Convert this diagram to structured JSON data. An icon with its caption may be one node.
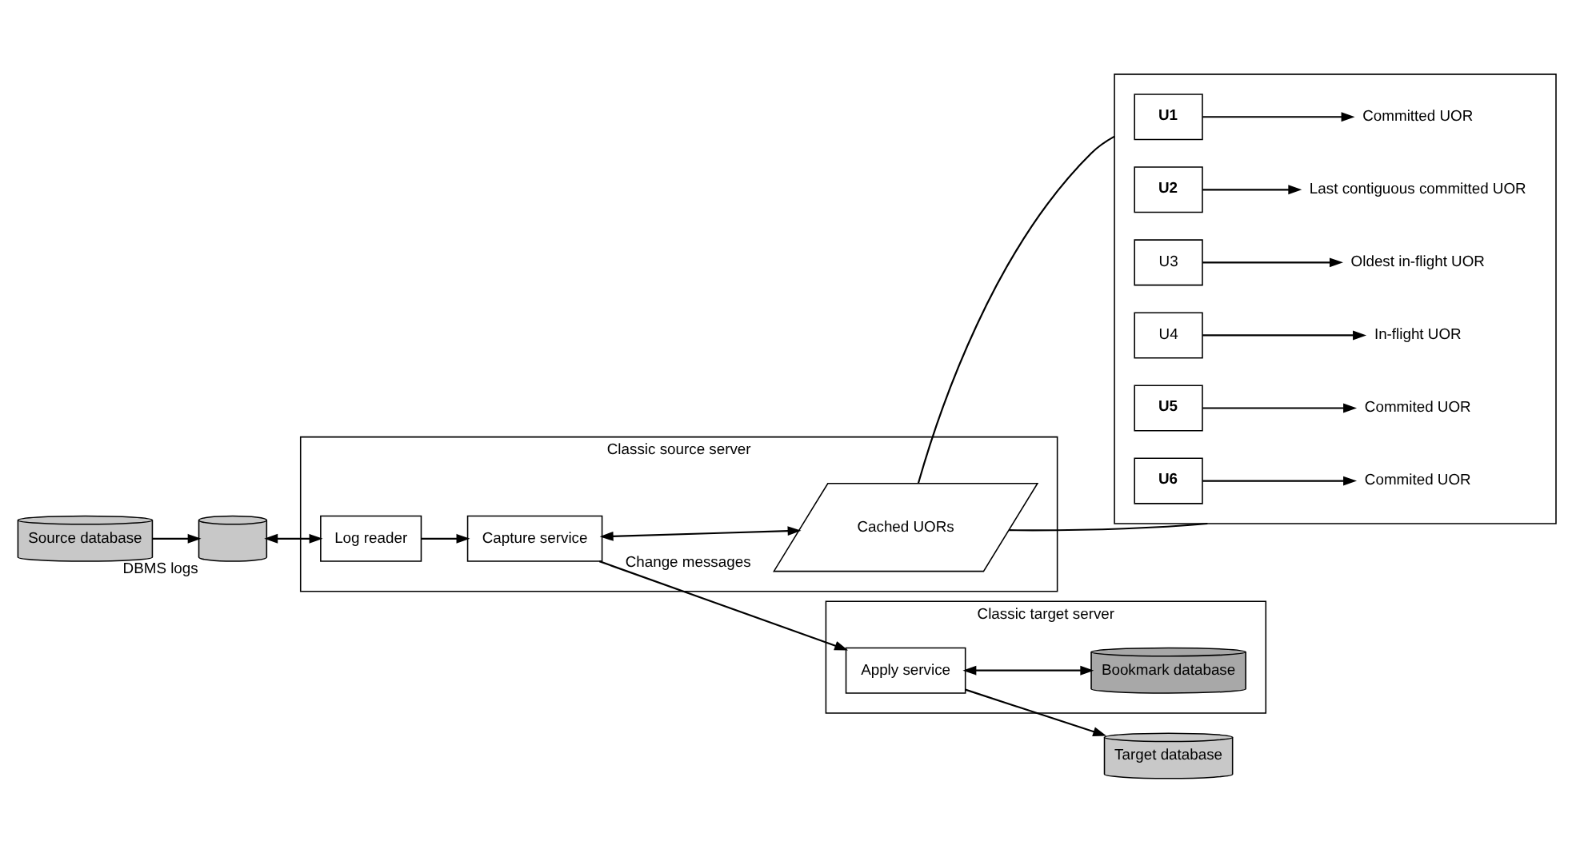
{
  "diagram": {
    "nodes": [
      {
        "text": [
          "Source database"
        ]
      },
      {
        "text": [],
        "shape": "cylinder",
        "beside": [
          "DBMS logs"
        ]
      },
      {
        "text": [
          "Classic source server"
        ]
      },
      {
        "text": [
          "Log reader"
        ],
        "in": 2
      },
      {
        "text": [
          "Capture service"
        ],
        "in": 2
      },
      {
        "text": [
          "Cached UORs"
        ],
        "in": 2
      },
      {
        "text": [
          "Classic target server"
        ]
      },
      {
        "text": [
          "Apply service"
        ],
        "in": 6
      },
      {
        "text": [
          "Bookmark database"
        ],
        "in": 6
      },
      {
        "text": [
          "Target database"
        ]
      },
      {
        "text": [],
        "shape": "box"
      },
      {
        "text": [
          "U1"
        ],
        "in": 10
      },
      {
        "text": [
          "Committed UOR"
        ],
        "in": 10
      },
      {
        "text": [
          "U2"
        ],
        "in": 10
      },
      {
        "text": [
          "Last contiguous committed UOR"
        ],
        "in": 10
      },
      {
        "text": [
          "U3"
        ],
        "in": 10
      },
      {
        "text": [
          "Oldest in-flight UOR"
        ],
        "in": 10
      },
      {
        "text": [
          "U4"
        ],
        "in": 10
      },
      {
        "text": [
          "In-flight UOR"
        ],
        "in": 10
      },
      {
        "text": [
          "U5"
        ],
        "in": 10
      },
      {
        "text": [
          "Commited UOR"
        ],
        "in": 10
      },
      {
        "text": [
          "U6"
        ],
        "in": 10
      },
      {
        "text": [
          "Commited UOR"
        ],
        "in": 10
      }
    ],
    "edges": [
      {
        "from": 0,
        "to": 1,
        "arrow": "to"
      },
      {
        "from": 1,
        "to": 3,
        "arrow": "both"
      },
      {
        "from": 3,
        "to": 4,
        "arrow": "to"
      },
      {
        "from": 4,
        "to": 7,
        "arrow": "to",
        "label": "Change messages"
      },
      {
        "from": 4,
        "to": 5,
        "arrow": "both"
      },
      {
        "from": 7,
        "to": 8,
        "arrow": "both"
      },
      {
        "from": 7,
        "to": 9,
        "arrow": "to"
      },
      {
        "from": 5,
        "to": 10,
        "arrow": "none"
      },
      {
        "from": 5,
        "to": 10,
        "arrow": "none"
      },
      {
        "from": 11,
        "to": 12,
        "arrow": "to"
      },
      {
        "from": 13,
        "to": 14,
        "arrow": "to"
      },
      {
        "from": 15,
        "to": 16,
        "arrow": "to"
      },
      {
        "from": 17,
        "to": 18,
        "arrow": "to"
      },
      {
        "from": 19,
        "to": 20,
        "arrow": "to"
      },
      {
        "from": 21,
        "to": 22,
        "arrow": "to"
      }
    ]
  }
}
